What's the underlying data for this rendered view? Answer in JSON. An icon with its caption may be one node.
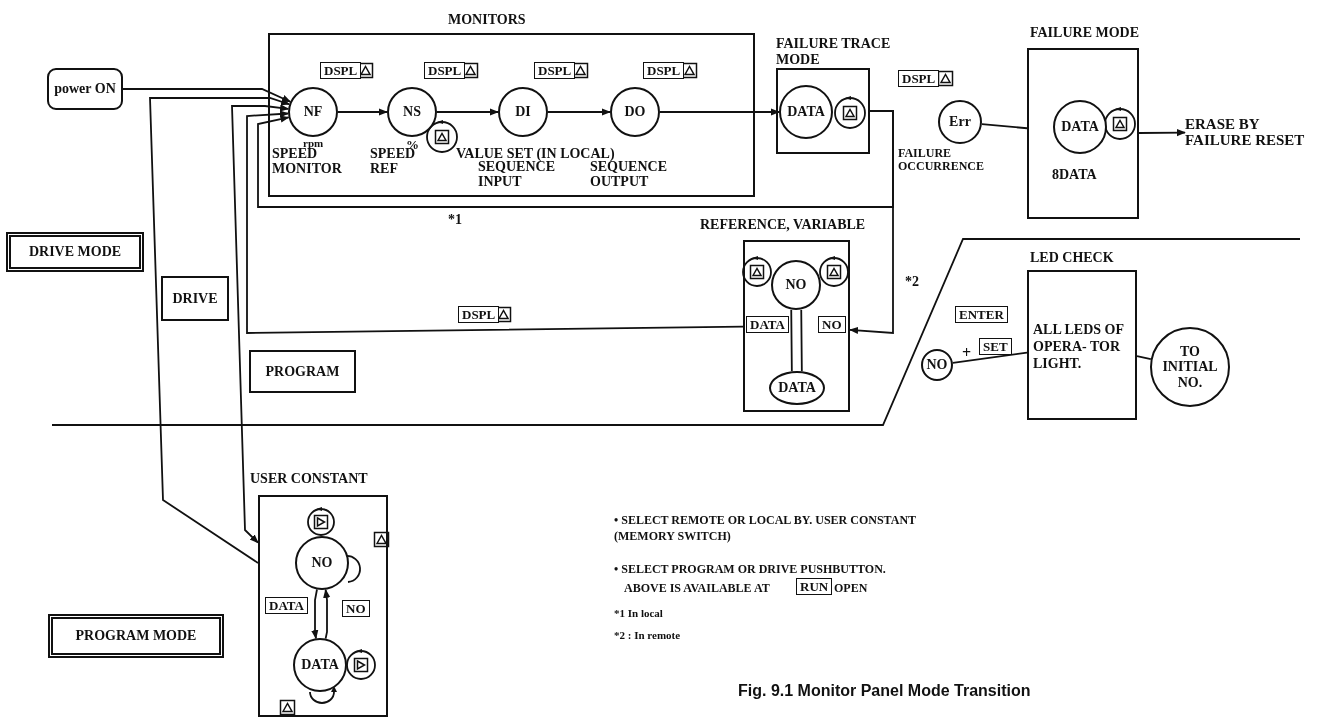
{
  "diagram": {
    "caption": "Fig. 9.1 Monitor Panel Mode Transition",
    "nodes": [
      {
        "text": [
          "power ON"
        ]
      },
      {
        "text": [
          "MONITORS"
        ]
      },
      {
        "text": [
          "NF"
        ],
        "in": 1,
        "beside": [
          "DSPL",
          "rpm",
          "SPEED MONITOR"
        ]
      },
      {
        "text": [
          "NS"
        ],
        "in": 1,
        "beside": [
          "DSPL",
          "%",
          "SPEED REF"
        ]
      },
      {
        "text": [
          "DI"
        ],
        "in": 1,
        "beside": [
          "DSPL",
          "SEQUENCE INPUT"
        ]
      },
      {
        "text": [
          "DO"
        ],
        "in": 1,
        "beside": [
          "DSPL",
          "SEQUENCE OUTPUT"
        ]
      },
      {
        "text": [
          "FAILURE TRACE MODE"
        ]
      },
      {
        "text": [
          "DATA"
        ],
        "in": 6
      },
      {
        "text": [
          "Err"
        ],
        "beside": [
          "DSPL",
          "FAILURE OCCURRENCE"
        ]
      },
      {
        "text": [
          "FAILURE MODE"
        ]
      },
      {
        "text": [
          "DATA"
        ],
        "in": 9,
        "beside": [
          "8DATA"
        ]
      },
      {
        "text": [
          "ERASE BY FAILURE RESET"
        ]
      },
      {
        "text": [
          "REFERENCE, VARIABLE"
        ]
      },
      {
        "text": [
          "NO"
        ],
        "in": 12
      },
      {
        "text": [
          "DATA"
        ],
        "in": 12
      },
      {
        "text": [
          "DRIVE MODE"
        ]
      },
      {
        "text": [
          "DRIVE"
        ]
      },
      {
        "text": [
          "PROGRAM"
        ]
      },
      {
        "text": [
          "LED CHECK",
          "ALL LEDS OF OPERA- TOR LIGHT."
        ]
      },
      {
        "text": [
          "NO"
        ]
      },
      {
        "text": [
          "TO INITIAL NO."
        ]
      },
      {
        "text": [
          "USER CONSTANT"
        ]
      },
      {
        "text": [
          "NO"
        ],
        "in": 21
      },
      {
        "text": [
          "DATA"
        ],
        "in": 21
      },
      {
        "text": [
          "PROGRAM MODE"
        ]
      }
    ],
    "edges": [
      {
        "from": 0,
        "to": 2,
        "arrow": "to"
      },
      {
        "from": 2,
        "to": 3,
        "arrow": "to"
      },
      {
        "from": 3,
        "to": 4,
        "arrow": "to"
      },
      {
        "from": 4,
        "to": 5,
        "arrow": "to"
      },
      {
        "from": 5,
        "to": 7,
        "arrow": "to"
      },
      {
        "from": 8,
        "to": 9,
        "arrow": "none"
      },
      {
        "from": 9,
        "to": 11,
        "arrow": "to"
      },
      {
        "from": 6,
        "to": 2,
        "arrow": "to",
        "label": "*1"
      },
      {
        "from": 6,
        "to": 12,
        "arrow": "to",
        "label": "*2"
      },
      {
        "from": 12,
        "to": 2,
        "arrow": "to"
      },
      {
        "from": 21,
        "to": 2,
        "arrow": "to"
      },
      {
        "from": 2,
        "to": 21,
        "arrow": "both"
      },
      {
        "from": 13,
        "to": 14,
        "arrow": "none"
      },
      {
        "from": 22,
        "to": 23,
        "arrow": "to"
      },
      {
        "from": 23,
        "to": 22,
        "arrow": "to"
      },
      {
        "from": 19,
        "to": 18,
        "arrow": "none"
      },
      {
        "from": 18,
        "to": 20,
        "arrow": "none"
      }
    ],
    "labels": [
      "VALUE SET (IN LOCAL)",
      "DSPL",
      "DATA",
      "NO",
      "ENTER",
      "+",
      "SET",
      "DATA",
      "NO",
      "• SELECT REMOTE OR LOCAL BY. USER CONSTANT (MEMORY SWITCH)",
      "• SELECT PROGRAM OR DRIVE PUSHBUTTON.",
      "ABOVE IS AVAILABLE AT",
      "RUN",
      "OPEN",
      "*1 In local",
      "*2 : In remote"
    ]
  }
}
